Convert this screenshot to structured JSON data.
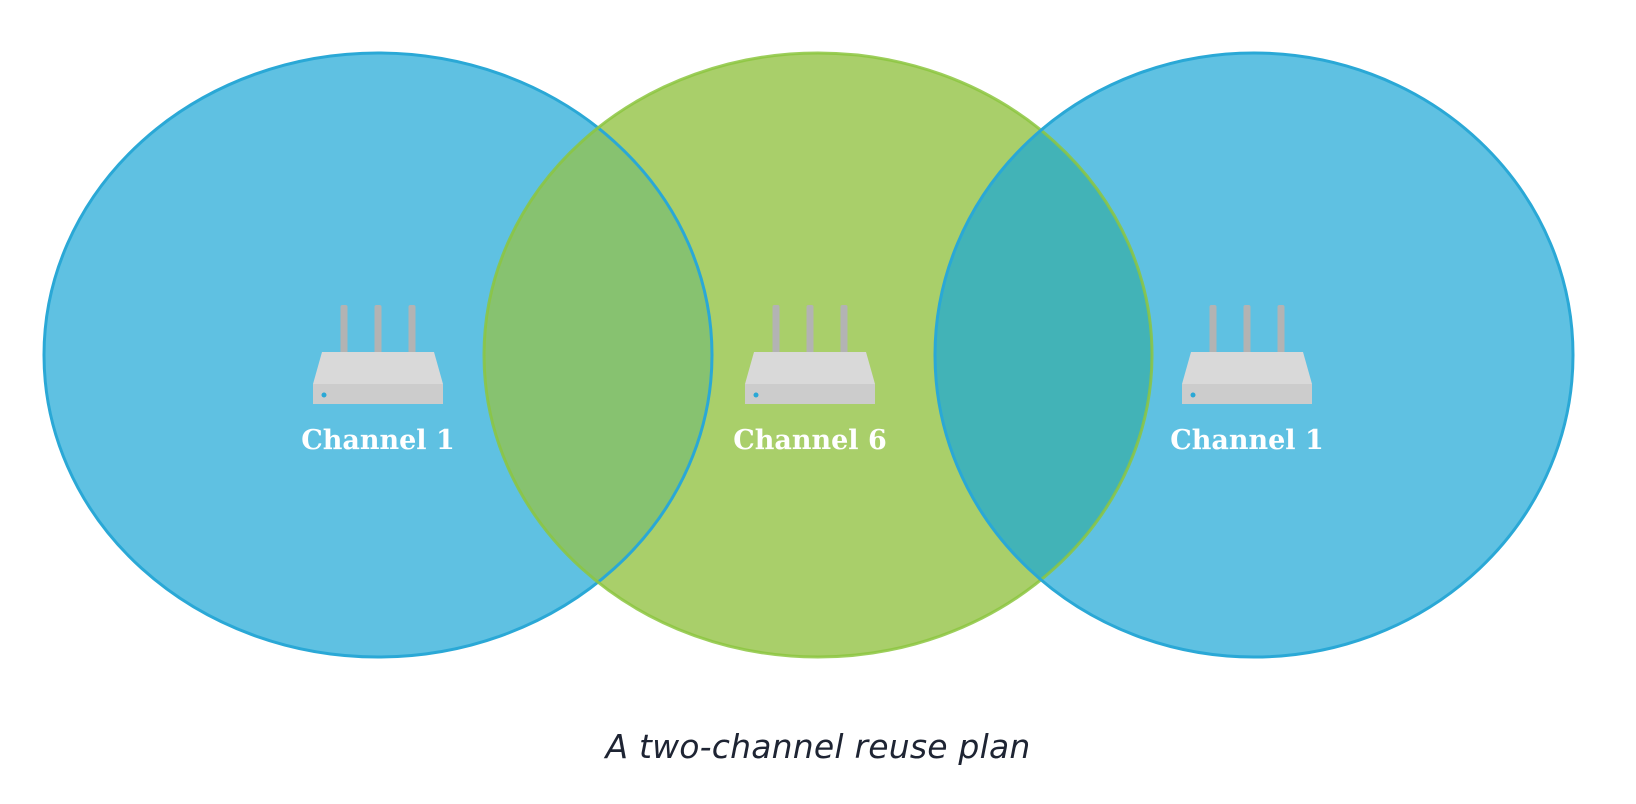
{
  "figure": {
    "caption": "A two-channel reuse plan",
    "colors": {
      "channel_1_fill": "#5fc1e2",
      "channel_1_stroke": "#2aa8d6",
      "channel_6_fill": "#a9cf6a",
      "channel_6_stroke": "#8cc63f",
      "overlap_1_6": "#87c270",
      "overlap_6_1": "#42b3b7",
      "router_body": "#d9d9d9",
      "router_front": "#cccccc",
      "router_antenna": "#b3b3b3",
      "router_led": "#2aa8d6",
      "label": "#ffffff"
    },
    "cells": [
      {
        "id": "left",
        "channel": "1",
        "label": "Channel 1",
        "icon": "wifi-router-icon"
      },
      {
        "id": "middle",
        "channel": "6",
        "label": "Channel 6",
        "icon": "wifi-router-icon"
      },
      {
        "id": "right",
        "channel": "1",
        "label": "Channel 1",
        "icon": "wifi-router-icon"
      }
    ]
  }
}
